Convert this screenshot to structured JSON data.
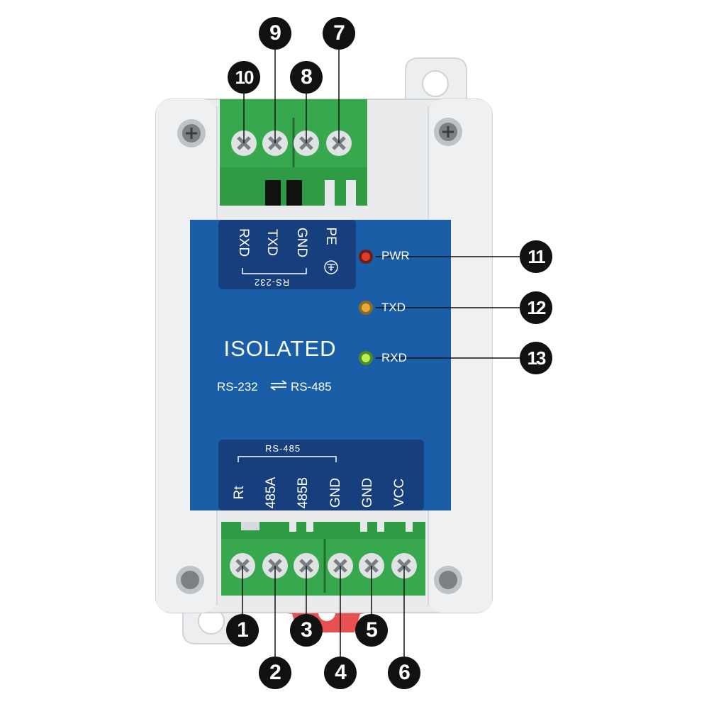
{
  "device": {
    "title": "ISOLATED",
    "subtitle_left": "RS-232",
    "subtitle_right": "RS-485",
    "body_color": "#e9ebec",
    "panel_color": "#1a5ea7",
    "terminal_color": "#2f9b45"
  },
  "top_terminals": {
    "group_label": "RS-232",
    "pins": [
      {
        "label": "RXD"
      },
      {
        "label": "TXD"
      },
      {
        "label": "GND"
      },
      {
        "label": "PE"
      }
    ],
    "pe_symbol": "⏚"
  },
  "bottom_terminals": {
    "group_label": "RS-485",
    "pins": [
      {
        "label": "Rt"
      },
      {
        "label": "485A"
      },
      {
        "label": "485B"
      },
      {
        "label": "GND"
      },
      {
        "label": "GND"
      },
      {
        "label": "VCC"
      }
    ]
  },
  "leds": [
    {
      "label": "PWR",
      "color": "#e23b2e"
    },
    {
      "label": "TXD",
      "color": "#e7a93a"
    },
    {
      "label": "RXD",
      "color": "#7fd13b"
    }
  ],
  "callouts": {
    "c1": "1",
    "c2": "2",
    "c3": "3",
    "c4": "4",
    "c5": "5",
    "c6": "6",
    "c7": "7",
    "c8": "8",
    "c9": "9",
    "c10": "10",
    "c11": "11",
    "c12": "12",
    "c13": "13"
  }
}
